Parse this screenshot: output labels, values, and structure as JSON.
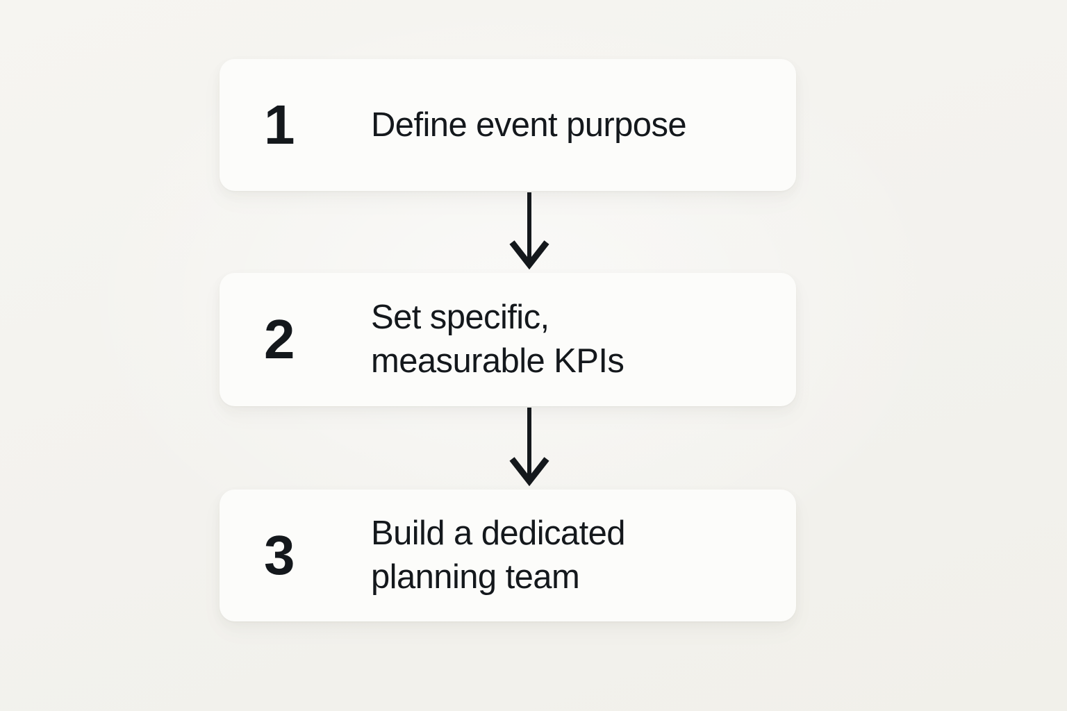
{
  "background_color": "#f4f3ef",
  "card_color": "#fcfcfa",
  "text_color": "#14181c",
  "arrow_color": "#14181c",
  "diagram": {
    "type": "flowchart",
    "orientation": "vertical",
    "title": "",
    "steps": [
      {
        "number": "1",
        "label": "Define event purpose"
      },
      {
        "number": "2",
        "label": "Set specific,\nmeasurable KPIs"
      },
      {
        "number": "3",
        "label": "Build a dedicated\nplanning team"
      }
    ],
    "connectors": [
      {
        "from": "1",
        "to": "2",
        "icon": "arrow-down-icon"
      },
      {
        "from": "2",
        "to": "3",
        "icon": "arrow-down-icon"
      }
    ]
  }
}
